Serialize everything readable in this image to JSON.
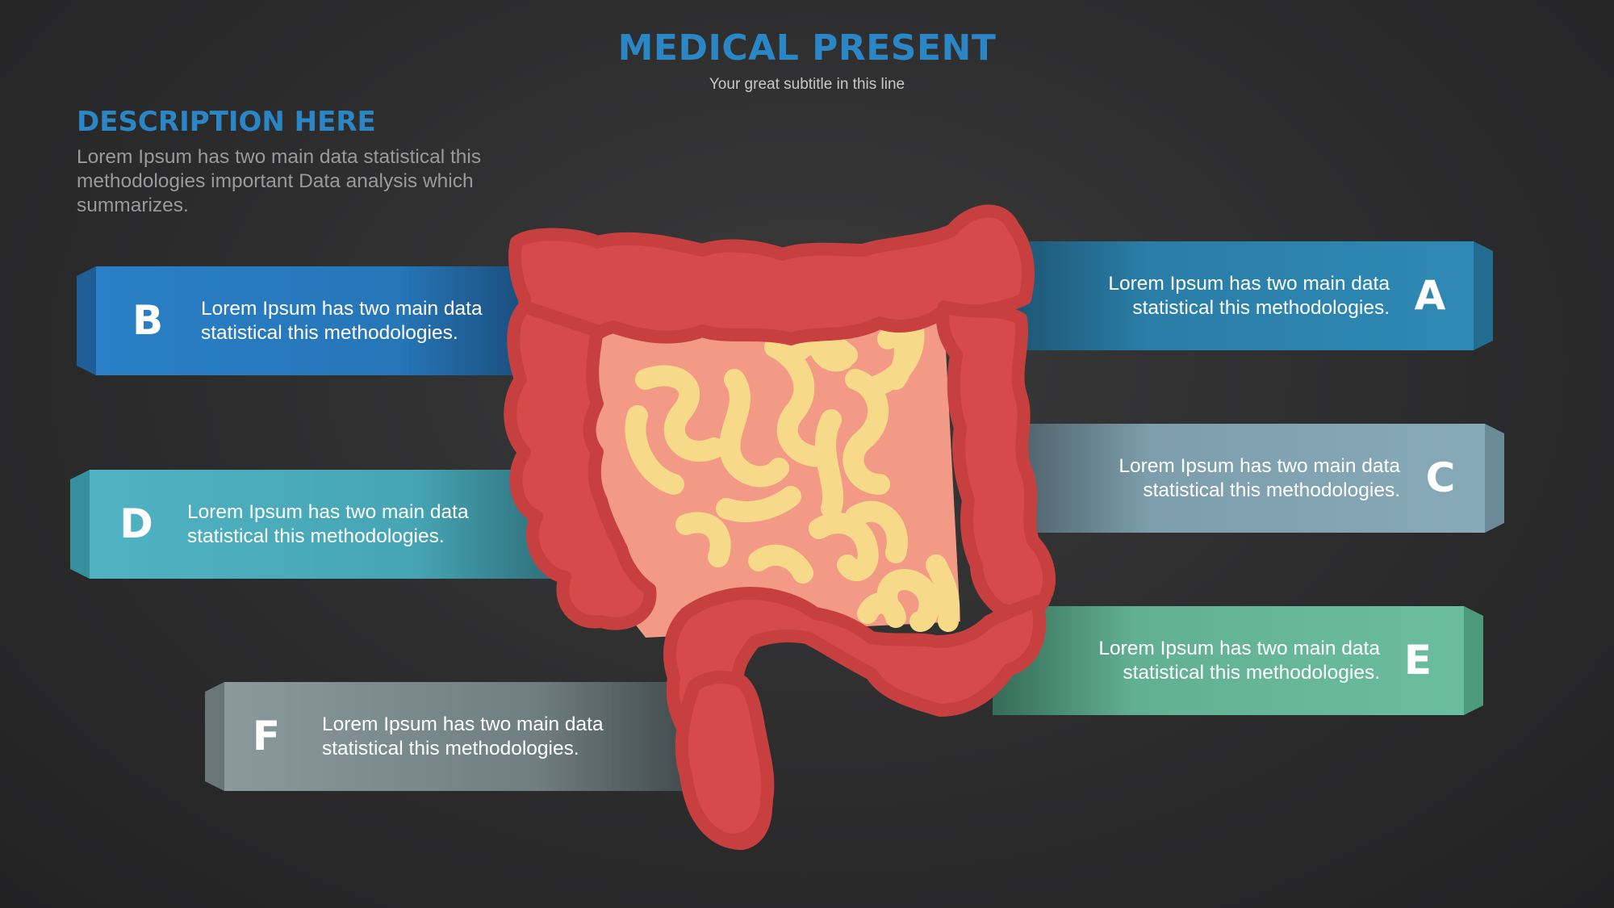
{
  "header": {
    "title": "MEDICAL PRESENT",
    "subtitle": "Your great subtitle in this line"
  },
  "description": {
    "title": "DESCRIPTION  HERE",
    "body": "Lorem Ipsum has two main data statistical this methodologies important Data analysis which summarizes."
  },
  "colors": {
    "accent": "#2b86c5",
    "intestine_outline": "#c83f40",
    "intestine_fill": "#d64a4b",
    "belly": "#f39a86",
    "small_intestine": "#f7d98a"
  },
  "items": {
    "a": {
      "letter": "A",
      "text": "Lorem Ipsum has two main data statistical this methodologies.",
      "color": "#2e89b4"
    },
    "b": {
      "letter": "B",
      "text": "Lorem Ipsum has two main data statistical this methodologies.",
      "color": "#2a7fc6"
    },
    "c": {
      "letter": "C",
      "text": "Lorem Ipsum has two main data statistical this methodologies.",
      "color": "#87aab8"
    },
    "d": {
      "letter": "D",
      "text": "Lorem Ipsum has two main data statistical this methodologies.",
      "color": "#4fb3c3"
    },
    "e": {
      "letter": "E",
      "text": "Lorem Ipsum has two main data statistical this methodologies.",
      "color": "#6bbda0"
    },
    "f": {
      "letter": "F",
      "text": "Lorem Ipsum has two main data statistical this methodologies.",
      "color": "#8a9a9c"
    }
  }
}
